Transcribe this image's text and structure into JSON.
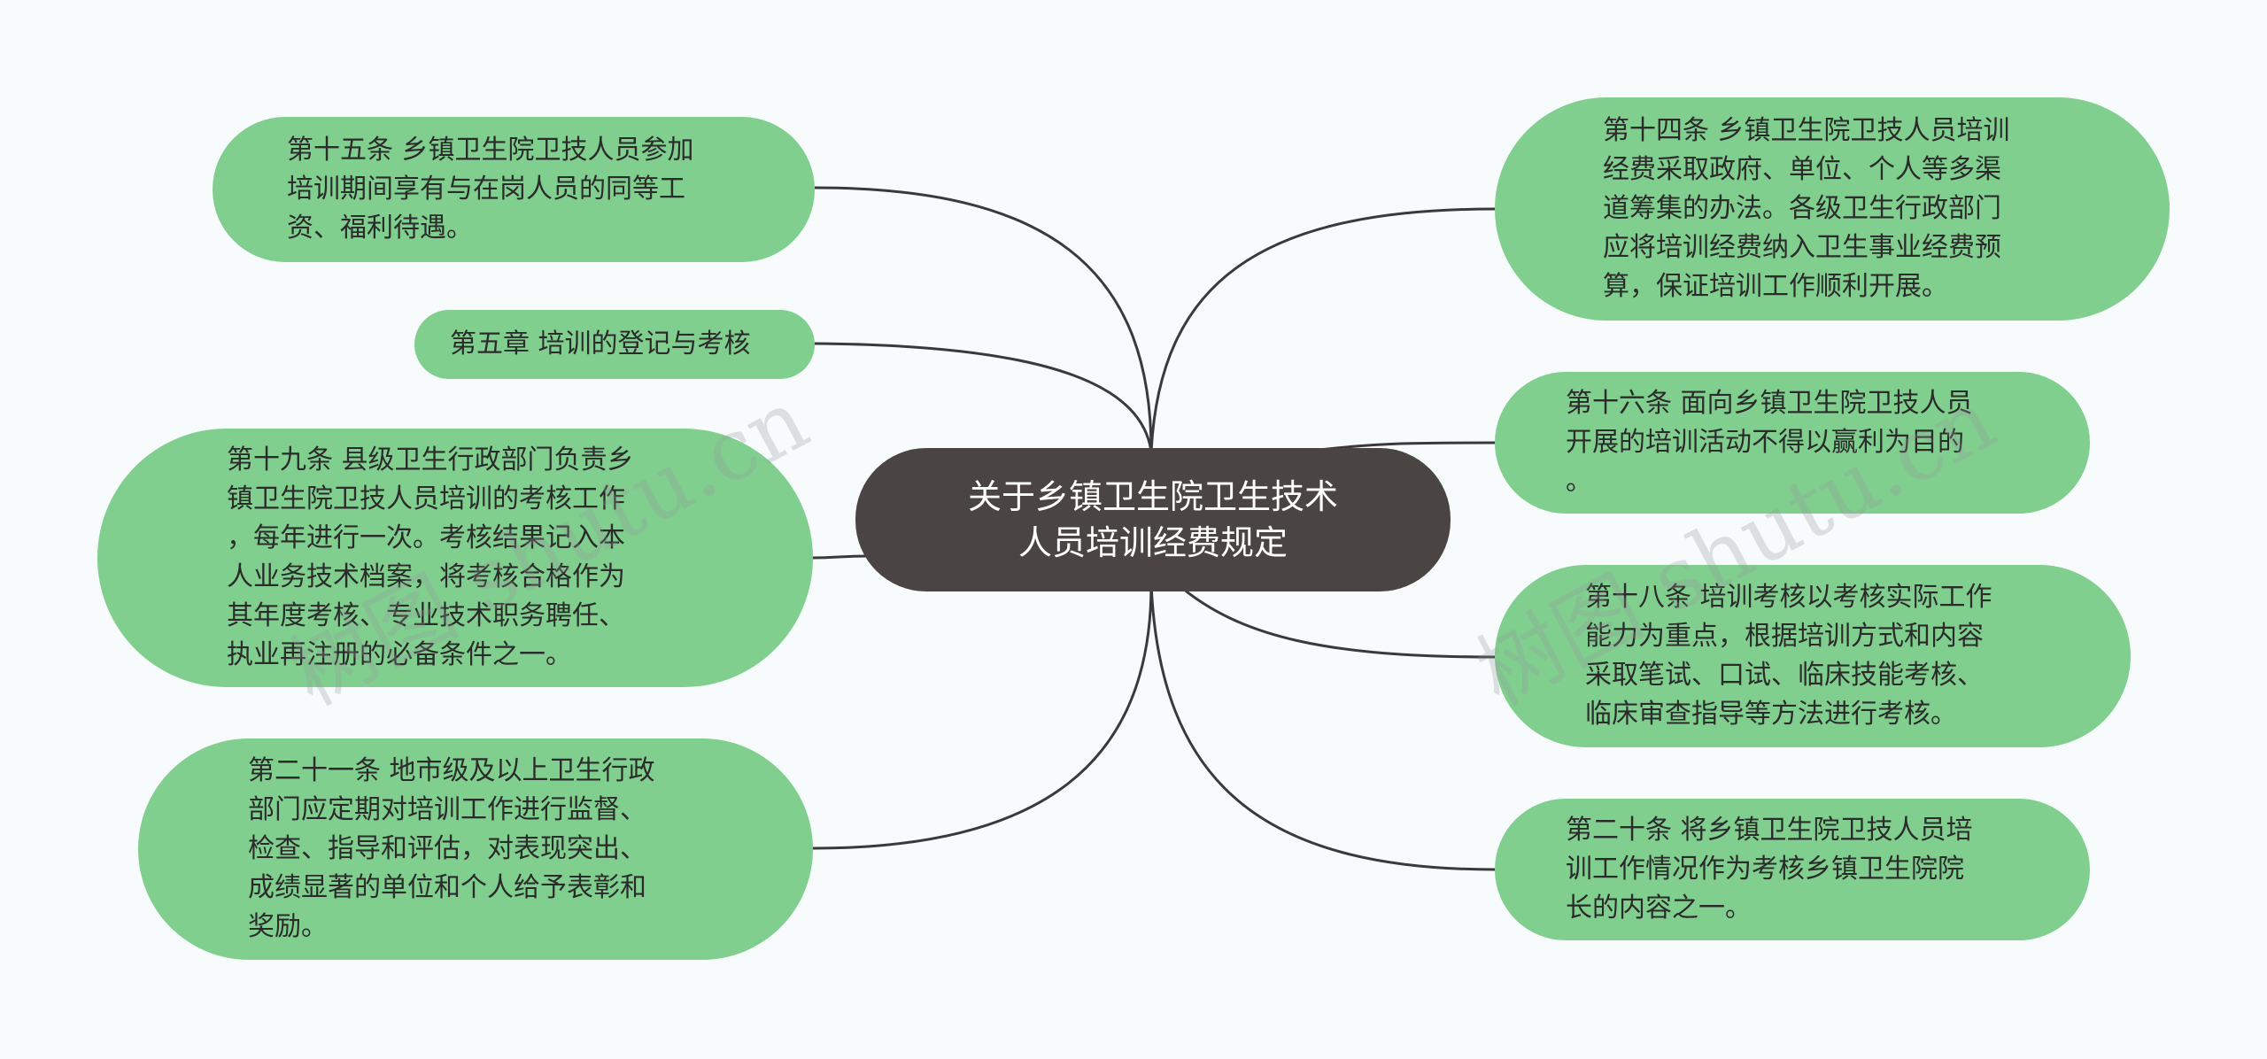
{
  "center": {
    "label": "关于乡镇卫生院卫生技术\n人员培训经费规定"
  },
  "left_nodes": [
    {
      "id": "l1",
      "label": "第十五条 乡镇卫生院卫技人员参加\n培训期间享有与在岗人员的同等工\n资、福利待遇。"
    },
    {
      "id": "l2",
      "label": "第五章 培训的登记与考核"
    },
    {
      "id": "l3",
      "label": "第十九条 县级卫生行政部门负责乡\n镇卫生院卫技人员培训的考核工作\n，每年进行一次。考核结果记入本\n人业务技术档案，将考核合格作为\n其年度考核、专业技术职务聘任、\n执业再注册的必备条件之一。"
    },
    {
      "id": "l4",
      "label": "第二十一条 地市级及以上卫生行政\n部门应定期对培训工作进行监督、\n检查、指导和评估，对表现突出、\n成绩显著的单位和个人给予表彰和\n奖励。"
    }
  ],
  "right_nodes": [
    {
      "id": "r1",
      "label": "第十四条 乡镇卫生院卫技人员培训\n经费采取政府、单位、个人等多渠\n道筹集的办法。各级卫生行政部门\n应将培训经费纳入卫生事业经费预\n算，保证培训工作顺利开展。"
    },
    {
      "id": "r2",
      "label": "第十六条 面向乡镇卫生院卫技人员\n开展的培训活动不得以赢利为目的\n。"
    },
    {
      "id": "r3",
      "label": "第十八条 培训考核以考核实际工作\n能力为重点，根据培训方式和内容\n采取笔试、口试、临床技能考核、\n临床审查指导等方法进行考核。"
    },
    {
      "id": "r4",
      "label": "第二十条 将乡镇卫生院卫技人员培\n训工作情况作为考核乡镇卫生院院\n长的内容之一。"
    }
  ],
  "watermarks": [
    "树图 shutu.cn",
    "树图 shutu.cn"
  ],
  "colors": {
    "background": "#f7fbfc",
    "node_fill": "#80cf8f",
    "center_fill": "#4a4443",
    "link_stroke": "#3a3a3a",
    "node_text": "#2b2b2b",
    "center_text": "#ffffff"
  }
}
